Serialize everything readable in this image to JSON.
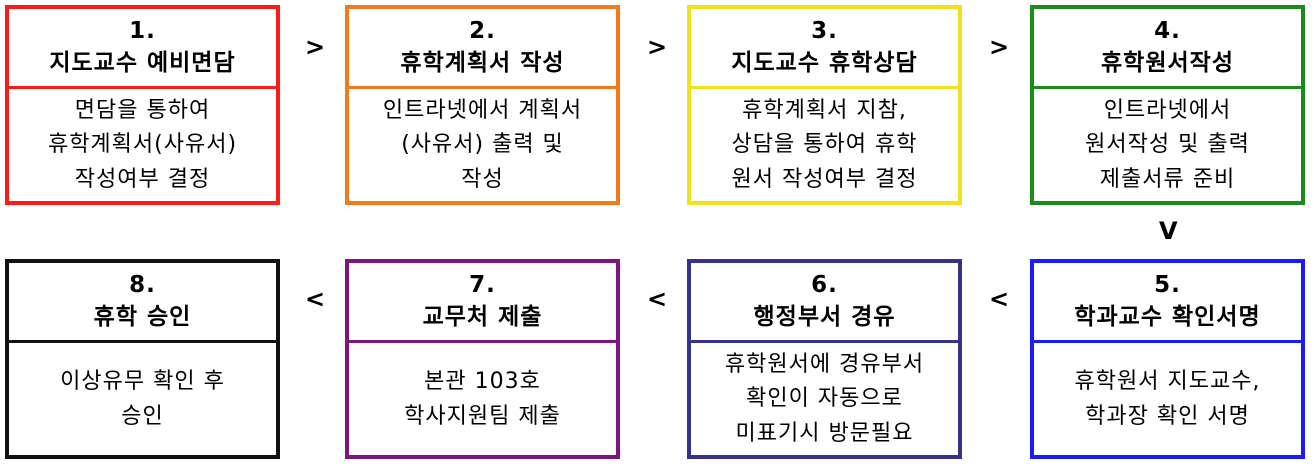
{
  "steps": [
    {
      "number": "1.",
      "title": "지도교수 예비면담",
      "color": "#ff1a1a",
      "lines": [
        "면담을 통하여",
        "휴학계획서(사유서)",
        "작성여부 결정"
      ]
    },
    {
      "number": "2.",
      "title": "휴학계획서 작성",
      "color": "#f27a1a",
      "lines": [
        "인트라넷에서 계획서",
        "(사유서) 출력 및",
        "작성"
      ]
    },
    {
      "number": "3.",
      "title": "지도교수 휴학상담",
      "color": "#f0e21a",
      "lines": [
        "휴학계획서 지참,",
        "상담을 통하여 휴학",
        "원서 작성여부 결정"
      ]
    },
    {
      "number": "4.",
      "title": "휴학원서작성",
      "color": "#1a8c1a",
      "lines": [
        "인트라넷에서",
        "원서작성 및 출력",
        "제출서류 준비"
      ]
    },
    {
      "number": "5.",
      "title": "학과교수 확인서명",
      "color": "#1a1aff",
      "lines": [
        "휴학원서 지도교수,",
        "학과장 확인 서명"
      ]
    },
    {
      "number": "6.",
      "title": "행정부서 경유",
      "color": "#33338c",
      "lines": [
        "휴학원서에 경유부서",
        "확인이 자동으로",
        "미표기시 방문필요"
      ]
    },
    {
      "number": "7.",
      "title": "교무처 제출",
      "color": "#80147f",
      "lines": [
        "본관 103호",
        "학사지원팀 제출"
      ]
    },
    {
      "number": "8.",
      "title": "휴학 승인",
      "color": "#111111",
      "lines": [
        "이상유무 확인 후",
        "승인"
      ]
    }
  ],
  "arrows": {
    "right": ">",
    "left": "<",
    "down": "V"
  }
}
